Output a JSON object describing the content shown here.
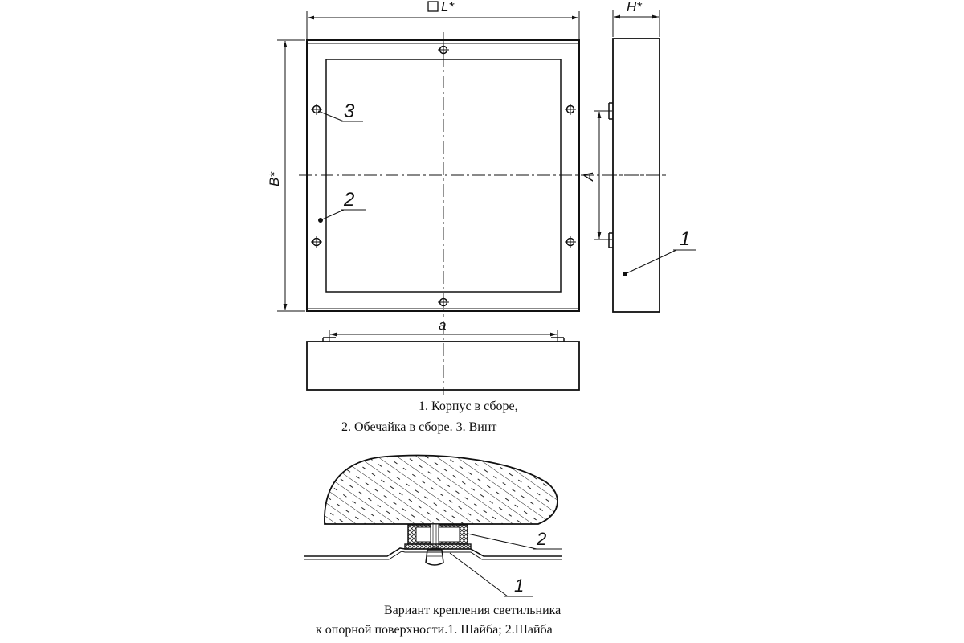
{
  "dimensions": {
    "width_label": "L*",
    "height_label": "B*",
    "depth_label": "H*",
    "mount_span_label": "a",
    "mount_height_label": "A"
  },
  "callouts": {
    "front_screw": "3",
    "front_rim": "2",
    "side_body": "1",
    "detail_washer_top": "2",
    "detail_washer_bottom": "1"
  },
  "captions": {
    "parts_line1": "1. Корпус в сборе,",
    "parts_line2": "2. Обечайка в сборе. 3. Винт",
    "mount_line1": "Вариант крепления светильника",
    "mount_line2": "к опорной поверхности.1. Шайба; 2.Шайба"
  }
}
